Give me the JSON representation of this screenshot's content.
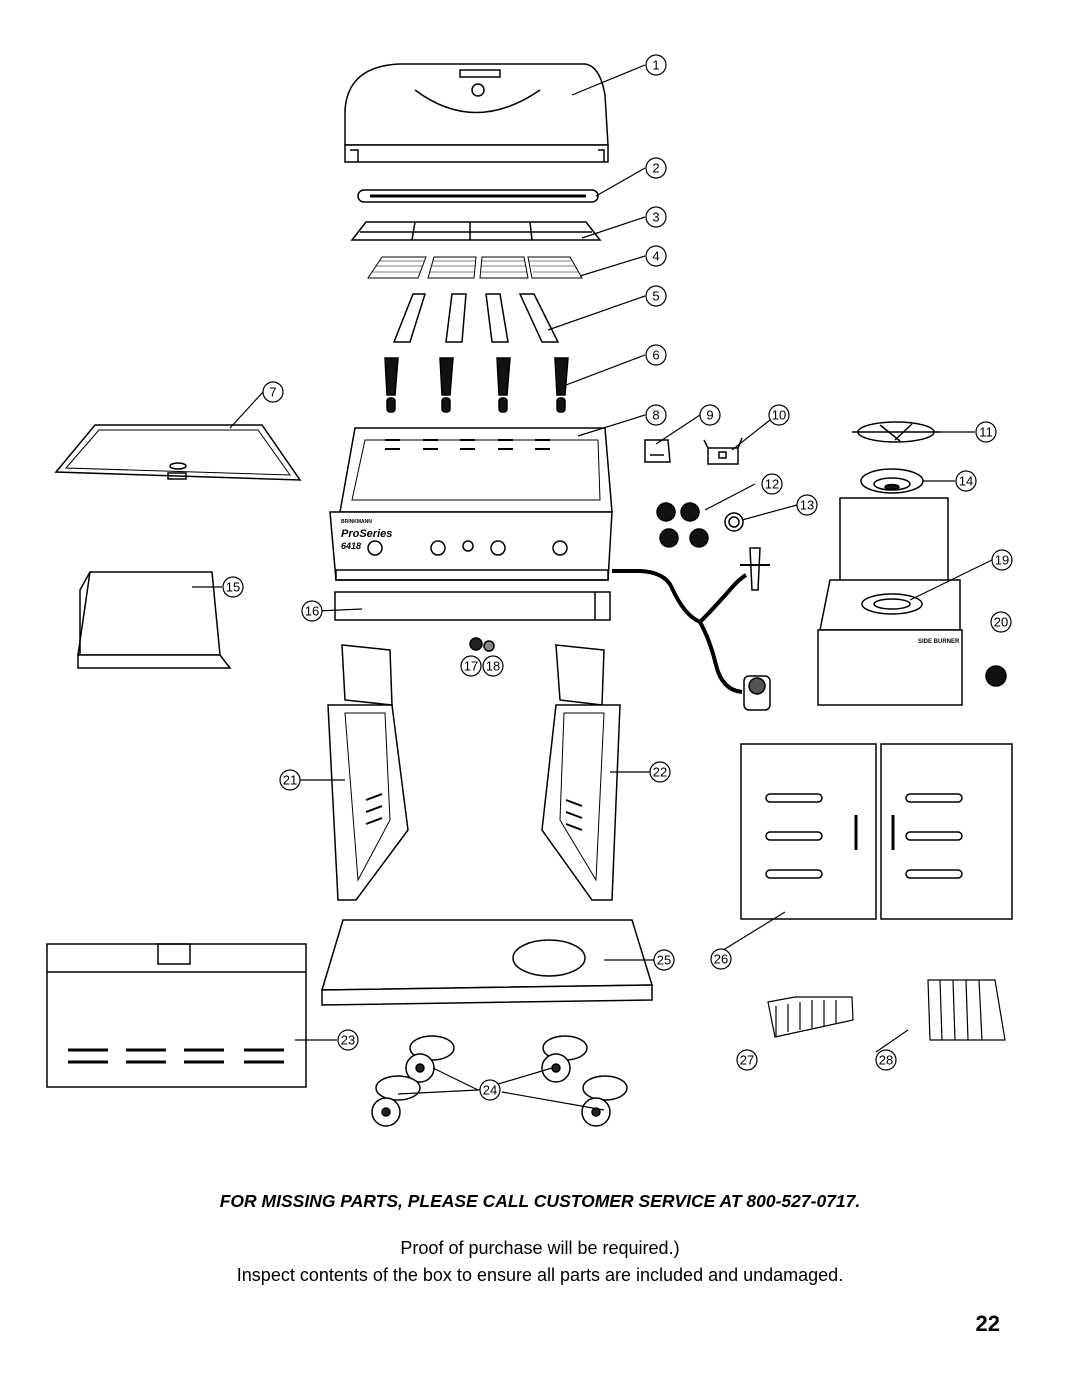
{
  "diagram": {
    "callouts": [
      "1",
      "2",
      "3",
      "4",
      "5",
      "6",
      "7",
      "8",
      "9",
      "10",
      "11",
      "12",
      "13",
      "14",
      "15",
      "16",
      "17",
      "18",
      "19",
      "20",
      "21",
      "22",
      "23",
      "24",
      "25",
      "26",
      "27",
      "28"
    ],
    "brand_label": "BRINKMANN",
    "series_label": "ProSeries",
    "model_number": "6418",
    "side_burner_label": "SIDE BURNER"
  },
  "footer": {
    "missing_parts": "FOR MISSING PARTS, PLEASE CALL CUSTOMER SERVICE AT 800-527-0717.",
    "proof": "Proof of purchase will be required.)",
    "inspect": "Inspect contents of the box to ensure all parts are included and undamaged.",
    "page_number": "22"
  }
}
